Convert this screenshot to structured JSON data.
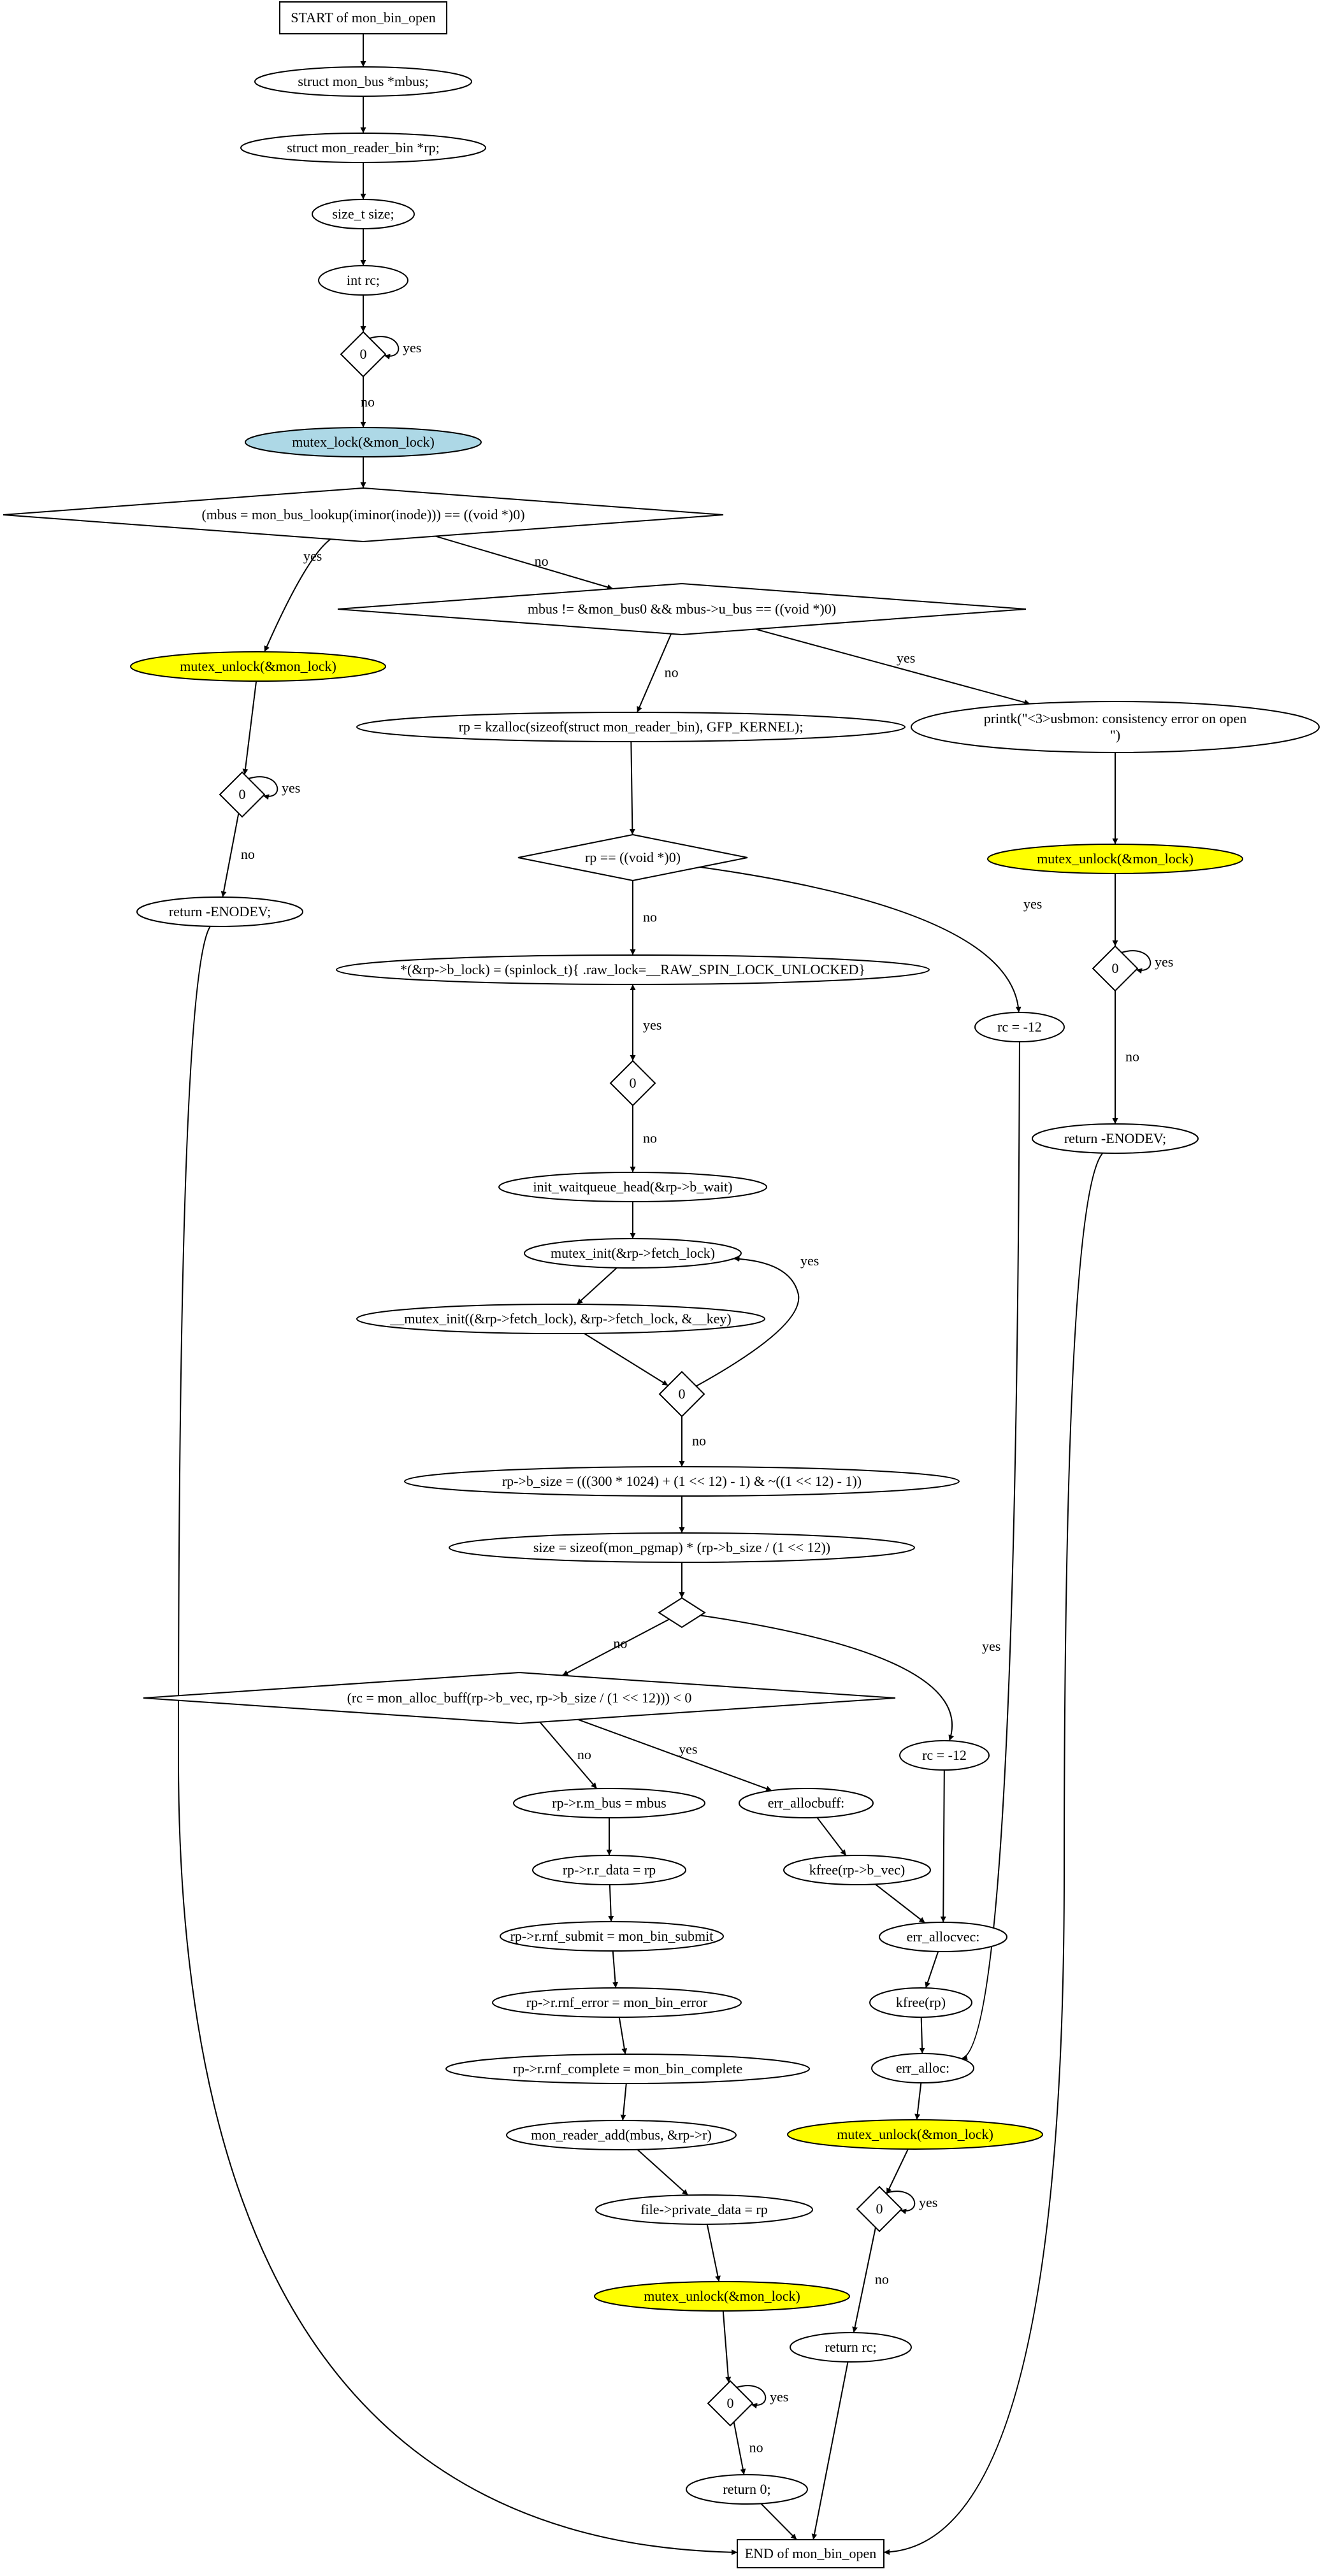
{
  "colors": {
    "lock_fill": "#add8e6",
    "unlock_fill": "#ffff00",
    "default_fill": "#ffffff",
    "stroke": "#000000"
  },
  "nodes": {
    "start": {
      "label": "START of mon_bin_open",
      "shape": "box"
    },
    "decl_mbus": {
      "label": "struct mon_bus *mbus;",
      "shape": "ellipse"
    },
    "decl_rp": {
      "label": "struct mon_reader_bin *rp;",
      "shape": "ellipse"
    },
    "decl_size": {
      "label": "size_t size;",
      "shape": "ellipse"
    },
    "decl_rc": {
      "label": "int rc;",
      "shape": "ellipse"
    },
    "d1": {
      "label": "0",
      "shape": "diamond"
    },
    "lock": {
      "label": "mutex_lock(&mon_lock)",
      "shape": "ellipse",
      "fill": "lock"
    },
    "cond_lookup": {
      "label": "(mbus = mon_bus_lookup(iminor(inode))) == ((void *)0)",
      "shape": "diamond"
    },
    "cond_bus": {
      "label": "mbus != &mon_bus0 && mbus->u_bus == ((void *)0)",
      "shape": "diamond"
    },
    "unlock_a": {
      "label": "mutex_unlock(&mon_lock)",
      "shape": "ellipse",
      "fill": "unlock"
    },
    "d_a": {
      "label": "0",
      "shape": "diamond"
    },
    "ret_a": {
      "label": "return -ENODEV;",
      "shape": "ellipse"
    },
    "kzalloc": {
      "label": "rp = kzalloc(sizeof(struct mon_reader_bin), GFP_KERNEL);",
      "shape": "ellipse"
    },
    "printk": {
      "label": "printk(\"<3>usbmon: consistency error on open\\n\")",
      "label_line1": "printk(\"<3>usbmon: consistency error on open",
      "label_line2": "\")",
      "shape": "ellipse"
    },
    "unlock_b": {
      "label": "mutex_unlock(&mon_lock)",
      "shape": "ellipse",
      "fill": "unlock"
    },
    "d_b": {
      "label": "0",
      "shape": "diamond"
    },
    "ret_b": {
      "label": "return -ENODEV;",
      "shape": "ellipse"
    },
    "cond_rp": {
      "label": "rp == ((void *)0)",
      "shape": "diamond"
    },
    "spinlock": {
      "label": "*(&rp->b_lock) = (spinlock_t){ .raw_lock=__RAW_SPIN_LOCK_UNLOCKED}",
      "shape": "ellipse"
    },
    "d_sp": {
      "label": "0",
      "shape": "diamond"
    },
    "rc12_a": {
      "label": "rc = -12",
      "shape": "ellipse"
    },
    "waitq": {
      "label": "init_waitqueue_head(&rp->b_wait)",
      "shape": "ellipse"
    },
    "minit": {
      "label": "mutex_init(&rp->fetch_lock)",
      "shape": "ellipse"
    },
    "mminit": {
      "label": "__mutex_init((&rp->fetch_lock), &rp->fetch_lock, &__key)",
      "shape": "ellipse"
    },
    "d_m": {
      "label": "0",
      "shape": "diamond"
    },
    "bsize": {
      "label": "rp->b_size = (((300 * 1024) + (1 << 12) - 1) & ~((1 << 12) - 1))",
      "shape": "ellipse"
    },
    "size": {
      "label": "size = sizeof(mon_pgmap) * (rp->b_size / (1 << 12))",
      "shape": "ellipse"
    },
    "d_e": {
      "label": "",
      "shape": "diamond"
    },
    "cond_alloc": {
      "label": "(rc = mon_alloc_buff(rp->b_vec, rp->b_size / (1 << 12))) < 0",
      "shape": "diamond"
    },
    "rc12_b": {
      "label": "rc = -12",
      "shape": "ellipse"
    },
    "mbus_assign": {
      "label": "rp->r.m_bus = mbus",
      "shape": "ellipse"
    },
    "errbuff": {
      "label": "err_allocbuff:",
      "shape": "ellipse"
    },
    "rdata": {
      "label": "rp->r.r_data = rp",
      "shape": "ellipse"
    },
    "kfree_vec": {
      "label": "kfree(rp->b_vec)",
      "shape": "ellipse"
    },
    "errvec": {
      "label": "err_allocvec:",
      "shape": "ellipse"
    },
    "submit": {
      "label": "rp->r.rnf_submit = mon_bin_submit",
      "shape": "ellipse"
    },
    "kfree_rp": {
      "label": "kfree(rp)",
      "shape": "ellipse"
    },
    "rerror": {
      "label": "rp->r.rnf_error = mon_bin_error",
      "shape": "ellipse"
    },
    "erralloc": {
      "label": "err_alloc:",
      "shape": "ellipse"
    },
    "complete": {
      "label": "rp->r.rnf_complete = mon_bin_complete",
      "shape": "ellipse"
    },
    "unlock_c": {
      "label": "mutex_unlock(&mon_lock)",
      "shape": "ellipse",
      "fill": "unlock"
    },
    "readeradd": {
      "label": "mon_reader_add(mbus, &rp->r)",
      "shape": "ellipse"
    },
    "d_c": {
      "label": "0",
      "shape": "diamond"
    },
    "private": {
      "label": "file->private_data = rp",
      "shape": "ellipse"
    },
    "ret_rc": {
      "label": "return rc;",
      "shape": "ellipse"
    },
    "unlock_d": {
      "label": "mutex_unlock(&mon_lock)",
      "shape": "ellipse",
      "fill": "unlock"
    },
    "d_d": {
      "label": "0",
      "shape": "diamond"
    },
    "ret0": {
      "label": "return 0;",
      "shape": "ellipse"
    },
    "end": {
      "label": "END of mon_bin_open",
      "shape": "box"
    }
  },
  "edge_labels": {
    "yes": "yes",
    "no": "no"
  }
}
